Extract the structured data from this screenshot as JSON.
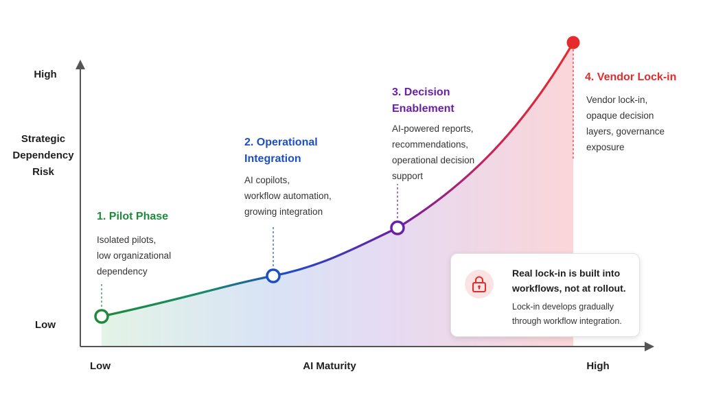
{
  "axes": {
    "y_title": "Strategic\nDependency\nRisk",
    "y_high": "High",
    "y_low": "Low",
    "x_title": "AI Maturity",
    "x_low": "Low",
    "x_high": "High"
  },
  "stages": [
    {
      "title": "1. Pilot Phase",
      "description": "Isolated pilots,\nlow organizational\ndependency",
      "color": "#1e8a3a"
    },
    {
      "title": "2. Operational\nIntegration",
      "description": "AI copilots,\nworkflow automation,\ngrowing integration",
      "color": "#1c4fc4"
    },
    {
      "title": "3. Decision\nEnablement",
      "description": "AI-powered reports,\nrecommendations,\noperational decision\nsupport",
      "color": "#6a1fa6"
    },
    {
      "title": "4. Vendor Lock-in",
      "description": "Vendor lock-in,\nopaque decision\nlayers, governance\nexposure",
      "color": "#e52b2b"
    }
  ],
  "callout": {
    "icon": "lock-icon",
    "title": "Real lock-in is built into\nworkflows, not at rollout.",
    "text": "Lock-in develops gradually\nthrough workflow integration."
  }
}
